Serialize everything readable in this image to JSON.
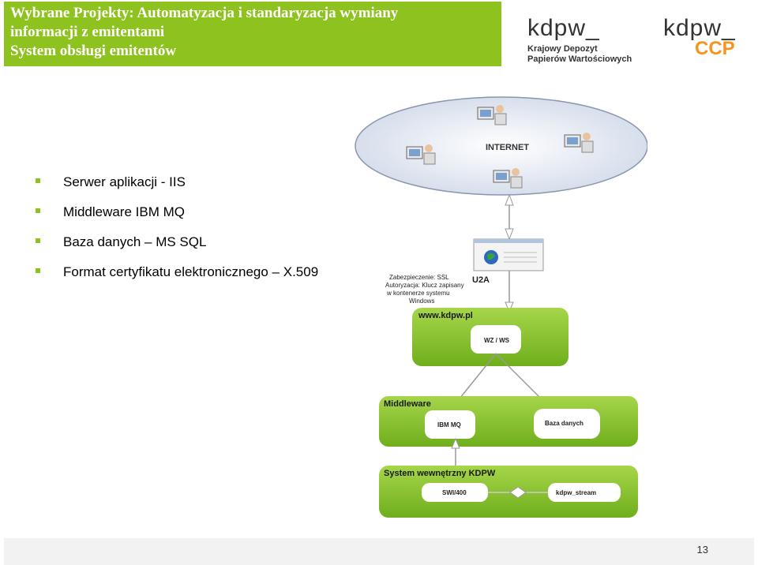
{
  "header": {
    "line1": "Wybrane Projekty: Automatyzacja i standaryzacja wymiany",
    "line2": "informacji z emitentami",
    "line3": "System obsługi emitentów"
  },
  "logos": {
    "kdpw": {
      "word": "kdpw_",
      "line1": "Krajowy Depozyt",
      "line2": "Papierów Wartościowych"
    },
    "kdpw_ccp": {
      "word": "kdpw_",
      "ccp": "CCP"
    }
  },
  "bullets": [
    "Serwer aplikacji  - IIS",
    "Middleware  IBM MQ",
    "Baza danych – MS SQL",
    "Format certyfikatu elektronicznego – X.509"
  ],
  "diagram": {
    "internet": "INTERNET",
    "security": [
      "Zabezpieczenie: SSL",
      "Autoryzacja: Klucz zapisany",
      "w kontenerze systemu",
      "Windows"
    ],
    "u2a": "U2A",
    "web_title": "www.kdpw.pl",
    "web_node": "WZ / WS",
    "middleware_title": "Middleware",
    "ibm_node": "IBM MQ",
    "db_node": "Baza danych",
    "internal_title": "System wewnętrzny KDPW",
    "swi_node": "SWI/400",
    "stream_node": "kdpw_stream"
  },
  "colors": {
    "accent": "#8dc21f",
    "ccp": "#f7941d"
  },
  "page_number": "13"
}
